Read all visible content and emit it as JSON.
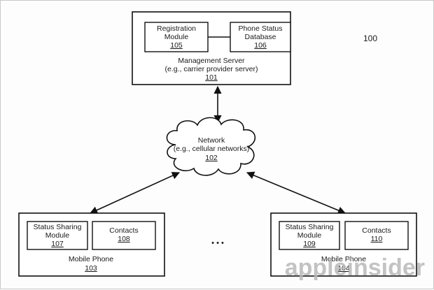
{
  "figure_ref": "100",
  "server": {
    "registration": {
      "line1": "Registration",
      "line2": "Module",
      "ref": "105"
    },
    "status_db": {
      "line1": "Phone Status",
      "line2": "Database",
      "ref": "106"
    },
    "title": "Management Server",
    "subtitle": "(e.g., carrier provider server)",
    "ref": "101"
  },
  "network": {
    "title": "Network",
    "subtitle": "(e.g., cellular networks)",
    "ref": "102"
  },
  "phone_left": {
    "status": {
      "line1": "Status Sharing",
      "line2": "Module",
      "ref": "107"
    },
    "contacts": {
      "label": "Contacts",
      "ref": "108"
    },
    "title": "Mobile Phone",
    "ref": "103"
  },
  "phone_right": {
    "status": {
      "line1": "Status Sharing",
      "line2": "Module",
      "ref": "109"
    },
    "contacts": {
      "label": "Contacts",
      "ref": "110"
    },
    "title": "Mobile Phone",
    "ref": "104"
  },
  "ellipsis": "• • •",
  "watermark": "appleinsider"
}
